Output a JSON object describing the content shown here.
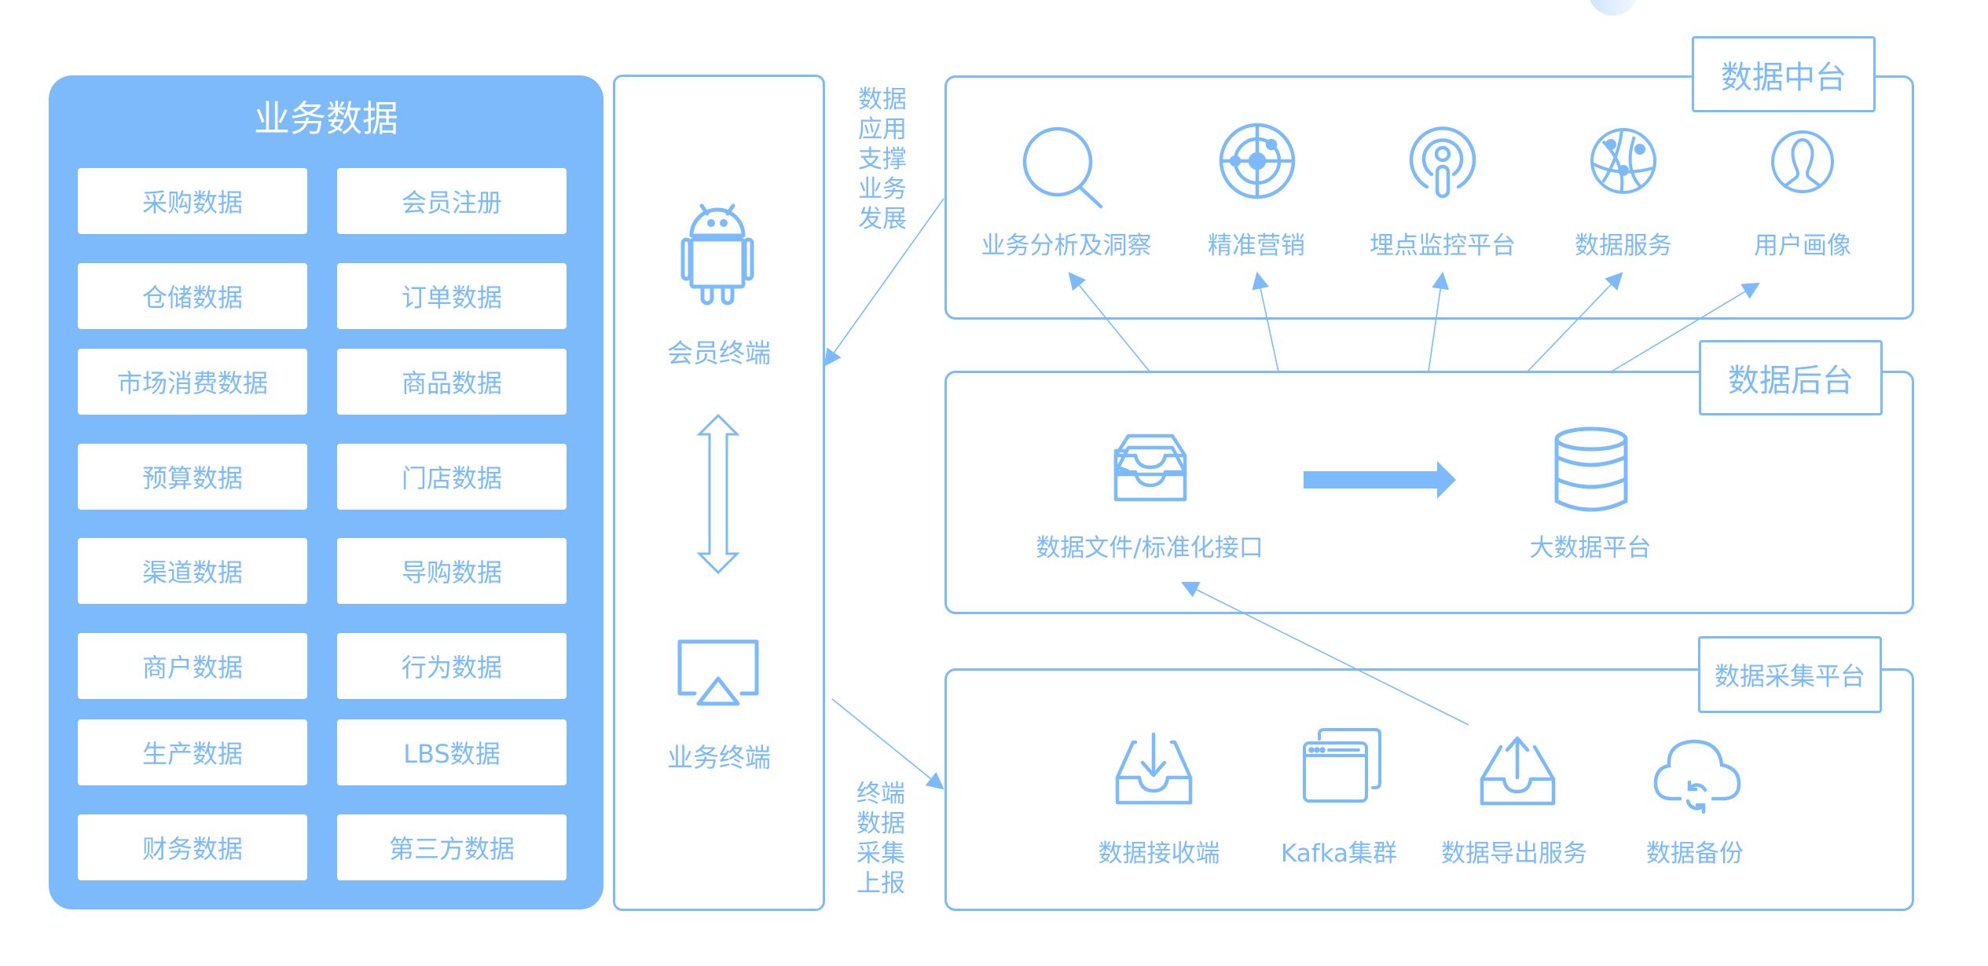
{
  "colors": {
    "accent": "#7cbafb",
    "card_background": "#ffffff",
    "title_text": "#ffffff"
  },
  "business_data": {
    "title": "业务数据",
    "items": [
      "采购数据",
      "会员注册",
      "仓储数据",
      "订单数据",
      "市场消费数据",
      "商品数据",
      "预算数据",
      "门店数据",
      "渠道数据",
      "导购数据",
      "商户数据",
      "行为数据",
      "生产数据",
      "LBS数据",
      "财务数据",
      "第三方数据"
    ]
  },
  "terminals": {
    "member_terminal": {
      "label": "会员终端",
      "icon": "android-icon"
    },
    "exchange_icon": "double-arrow-icon",
    "business_terminal": {
      "label": "业务终端",
      "icon": "airplay-icon"
    }
  },
  "connectors": {
    "top_annotation": [
      "数据",
      "应用",
      "支撑",
      "业务",
      "发展"
    ],
    "bottom_annotation": [
      "终端",
      "数据",
      "采集",
      "上报"
    ]
  },
  "data_middle_platform": {
    "title": "数据中台",
    "items": [
      {
        "label": "业务分析及洞察",
        "icon": "search-icon"
      },
      {
        "label": "精准营销",
        "icon": "target-icon"
      },
      {
        "label": "埋点监控平台",
        "icon": "podcast-icon"
      },
      {
        "label": "数据服务",
        "icon": "globe-network-icon"
      },
      {
        "label": "用户画像",
        "icon": "user-profile-icon"
      }
    ]
  },
  "data_backend": {
    "title": "数据后台",
    "items": [
      {
        "label": "数据文件/标准化接口",
        "icon": "stacked-trays-icon"
      },
      {
        "label": "大数据平台",
        "icon": "database-icon"
      }
    ]
  },
  "data_collection_platform": {
    "title": "数据采集平台",
    "items": [
      {
        "label": "数据接收端",
        "icon": "inbox-download-icon"
      },
      {
        "label": "Kafka集群",
        "icon": "windows-icon"
      },
      {
        "label": "数据导出服务",
        "icon": "inbox-upload-icon"
      },
      {
        "label": "数据备份",
        "icon": "cloud-sync-icon"
      }
    ]
  }
}
